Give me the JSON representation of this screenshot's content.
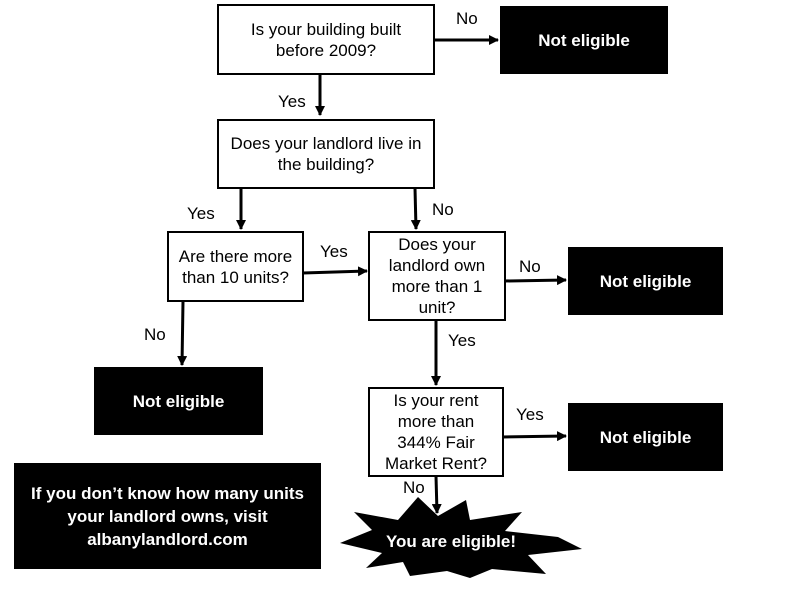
{
  "nodes": {
    "q_built": "Is your building built before 2009?",
    "q_landlord_lives": "Does your landlord live in the building?",
    "q_units": "Are there more than 10 units?",
    "q_own": "Does your landlord own more than 1 unit?",
    "q_rent": "Is your rent more than 344% Fair Market Rent?",
    "not_eligible_1": "Not eligible",
    "not_eligible_2": "Not eligible",
    "not_eligible_3": "Not eligible",
    "not_eligible_4": "Not eligible",
    "eligible": "You are eligible!",
    "note": "If you don’t know how many units your landlord owns, visit albanylandlord.com"
  },
  "edge_labels": {
    "built_no": "No",
    "built_yes": "Yes",
    "lives_yes": "Yes",
    "lives_no": "No",
    "units_yes": "Yes",
    "units_no": "No",
    "own_no": "No",
    "own_yes": "Yes",
    "rent_yes": "Yes",
    "rent_no": "No"
  },
  "colors": {
    "box_fill": "#ffffff",
    "stroke": "#000000",
    "terminal_fill": "#000000",
    "terminal_text": "#ffffff"
  }
}
